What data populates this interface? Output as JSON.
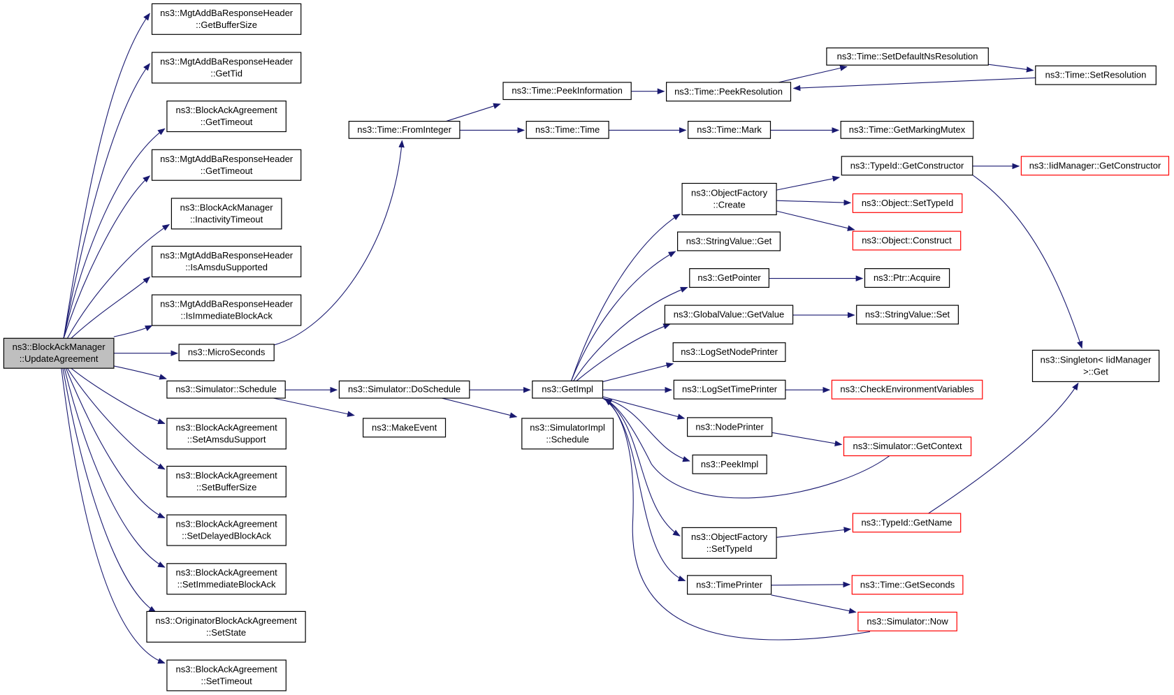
{
  "colors": {
    "edge": "#191970",
    "node_border": "#000000",
    "node_border_truncated": "#ff0000",
    "root_fill": "#bfbfbf",
    "node_fill": "#ffffff"
  },
  "nodes": {
    "root": {
      "lines": [
        "ns3::BlockAckManager",
        "::UpdateAgreement"
      ],
      "kind": "root"
    },
    "mgt_bufsize": {
      "lines": [
        "ns3::MgtAddBaResponseHeader",
        "::GetBufferSize"
      ],
      "kind": "normal"
    },
    "mgt_tid": {
      "lines": [
        "ns3::MgtAddBaResponseHeader",
        "::GetTid"
      ],
      "kind": "normal"
    },
    "baa_timeout": {
      "lines": [
        "ns3::BlockAckAgreement",
        "::GetTimeout"
      ],
      "kind": "normal"
    },
    "mgt_timeout": {
      "lines": [
        "ns3::MgtAddBaResponseHeader",
        "::GetTimeout"
      ],
      "kind": "normal"
    },
    "bam_inact": {
      "lines": [
        "ns3::BlockAckManager",
        "::InactivityTimeout"
      ],
      "kind": "normal"
    },
    "mgt_amsdu": {
      "lines": [
        "ns3::MgtAddBaResponseHeader",
        "::IsAmsduSupported"
      ],
      "kind": "normal"
    },
    "mgt_immba": {
      "lines": [
        "ns3::MgtAddBaResponseHeader",
        "::IsImmediateBlockAck"
      ],
      "kind": "normal"
    },
    "micro": {
      "lines": [
        "ns3::MicroSeconds"
      ],
      "kind": "normal"
    },
    "sim_sched": {
      "lines": [
        "ns3::Simulator::Schedule"
      ],
      "kind": "normal"
    },
    "baa_setamsdu": {
      "lines": [
        "ns3::BlockAckAgreement",
        "::SetAmsduSupport"
      ],
      "kind": "normal"
    },
    "baa_setbuf": {
      "lines": [
        "ns3::BlockAckAgreement",
        "::SetBufferSize"
      ],
      "kind": "normal"
    },
    "baa_setdelayed": {
      "lines": [
        "ns3::BlockAckAgreement",
        "::SetDelayedBlockAck"
      ],
      "kind": "normal"
    },
    "baa_setimm": {
      "lines": [
        "ns3::BlockAckAgreement",
        "::SetImmediateBlockAck"
      ],
      "kind": "normal"
    },
    "oba_setstate": {
      "lines": [
        "ns3::OriginatorBlockAckAgreement",
        "::SetState"
      ],
      "kind": "normal"
    },
    "baa_settimeout": {
      "lines": [
        "ns3::BlockAckAgreement",
        "::SetTimeout"
      ],
      "kind": "normal"
    },
    "time_fromint": {
      "lines": [
        "ns3::Time::FromInteger"
      ],
      "kind": "normal"
    },
    "time_peekinfo": {
      "lines": [
        "ns3::Time::PeekInformation"
      ],
      "kind": "normal"
    },
    "time_time": {
      "lines": [
        "ns3::Time::Time"
      ],
      "kind": "normal"
    },
    "time_peekres": {
      "lines": [
        "ns3::Time::PeekResolution"
      ],
      "kind": "normal"
    },
    "time_setdef": {
      "lines": [
        "ns3::Time::SetDefaultNsResolution"
      ],
      "kind": "normal"
    },
    "time_setres": {
      "lines": [
        "ns3::Time::SetResolution"
      ],
      "kind": "normal"
    },
    "time_mark": {
      "lines": [
        "ns3::Time::Mark"
      ],
      "kind": "normal"
    },
    "time_mutex": {
      "lines": [
        "ns3::Time::GetMarkingMutex"
      ],
      "kind": "normal"
    },
    "sim_dosched": {
      "lines": [
        "ns3::Simulator::DoSchedule"
      ],
      "kind": "normal"
    },
    "make_event": {
      "lines": [
        "ns3::MakeEvent"
      ],
      "kind": "normal"
    },
    "getimpl": {
      "lines": [
        "ns3::GetImpl"
      ],
      "kind": "normal"
    },
    "simimpl_sched": {
      "lines": [
        "ns3::SimulatorImpl",
        "::Schedule"
      ],
      "kind": "normal"
    },
    "of_create": {
      "lines": [
        "ns3::ObjectFactory",
        "::Create"
      ],
      "kind": "normal"
    },
    "sv_get": {
      "lines": [
        "ns3::StringValue::Get"
      ],
      "kind": "normal"
    },
    "getpointer": {
      "lines": [
        "ns3::GetPointer"
      ],
      "kind": "normal"
    },
    "gv_getvalue": {
      "lines": [
        "ns3::GlobalValue::GetValue"
      ],
      "kind": "normal"
    },
    "log_node": {
      "lines": [
        "ns3::LogSetNodePrinter"
      ],
      "kind": "normal"
    },
    "log_time": {
      "lines": [
        "ns3::LogSetTimePrinter"
      ],
      "kind": "normal"
    },
    "nodeprinter": {
      "lines": [
        "ns3::NodePrinter"
      ],
      "kind": "normal"
    },
    "peekimpl": {
      "lines": [
        "ns3::PeekImpl"
      ],
      "kind": "normal"
    },
    "of_settypeid": {
      "lines": [
        "ns3::ObjectFactory",
        "::SetTypeId"
      ],
      "kind": "normal"
    },
    "timeprinter": {
      "lines": [
        "ns3::TimePrinter"
      ],
      "kind": "normal"
    },
    "typeid_getctor": {
      "lines": [
        "ns3::TypeId::GetConstructor"
      ],
      "kind": "normal"
    },
    "iid_getctor": {
      "lines": [
        "ns3::IidManager::GetConstructor"
      ],
      "kind": "truncated"
    },
    "obj_settypeid": {
      "lines": [
        "ns3::Object::SetTypeId"
      ],
      "kind": "truncated"
    },
    "obj_construct": {
      "lines": [
        "ns3::Object::Construct"
      ],
      "kind": "truncated"
    },
    "ptr_acquire": {
      "lines": [
        "ns3::Ptr::Acquire"
      ],
      "kind": "normal"
    },
    "sv_set": {
      "lines": [
        "ns3::StringValue::Set"
      ],
      "kind": "normal"
    },
    "check_env": {
      "lines": [
        "ns3::CheckEnvironmentVariables"
      ],
      "kind": "truncated"
    },
    "sim_getctx": {
      "lines": [
        "ns3::Simulator::GetContext"
      ],
      "kind": "truncated"
    },
    "typeid_getname": {
      "lines": [
        "ns3::TypeId::GetName"
      ],
      "kind": "truncated"
    },
    "time_getsec": {
      "lines": [
        "ns3::Time::GetSeconds"
      ],
      "kind": "truncated"
    },
    "sim_now": {
      "lines": [
        "ns3::Simulator::Now"
      ],
      "kind": "truncated"
    },
    "singleton_get": {
      "lines": [
        "ns3::Singleton< IidManager",
        ">::Get"
      ],
      "kind": "normal"
    }
  },
  "edges": [
    [
      "root",
      "mgt_bufsize"
    ],
    [
      "root",
      "mgt_tid"
    ],
    [
      "root",
      "baa_timeout"
    ],
    [
      "root",
      "mgt_timeout"
    ],
    [
      "root",
      "bam_inact"
    ],
    [
      "root",
      "mgt_amsdu"
    ],
    [
      "root",
      "mgt_immba"
    ],
    [
      "root",
      "micro"
    ],
    [
      "root",
      "sim_sched"
    ],
    [
      "root",
      "baa_setamsdu"
    ],
    [
      "root",
      "baa_setbuf"
    ],
    [
      "root",
      "baa_setdelayed"
    ],
    [
      "root",
      "baa_setimm"
    ],
    [
      "root",
      "oba_setstate"
    ],
    [
      "root",
      "baa_settimeout"
    ],
    [
      "micro",
      "time_fromint"
    ],
    [
      "time_fromint",
      "time_peekinfo"
    ],
    [
      "time_fromint",
      "time_time"
    ],
    [
      "time_peekinfo",
      "time_peekres"
    ],
    [
      "time_peekres",
      "time_setdef"
    ],
    [
      "time_setdef",
      "time_setres"
    ],
    [
      "time_setres",
      "time_peekres"
    ],
    [
      "time_time",
      "time_mark"
    ],
    [
      "time_mark",
      "time_mutex"
    ],
    [
      "sim_sched",
      "sim_dosched"
    ],
    [
      "sim_sched",
      "make_event"
    ],
    [
      "sim_dosched",
      "getimpl"
    ],
    [
      "sim_dosched",
      "simimpl_sched"
    ],
    [
      "getimpl",
      "of_create"
    ],
    [
      "getimpl",
      "sv_get"
    ],
    [
      "getimpl",
      "getpointer"
    ],
    [
      "getimpl",
      "gv_getvalue"
    ],
    [
      "getimpl",
      "log_node"
    ],
    [
      "getimpl",
      "log_time"
    ],
    [
      "getimpl",
      "nodeprinter"
    ],
    [
      "getimpl",
      "peekimpl"
    ],
    [
      "getimpl",
      "of_settypeid"
    ],
    [
      "getimpl",
      "timeprinter"
    ],
    [
      "of_create",
      "typeid_getctor"
    ],
    [
      "of_create",
      "obj_settypeid"
    ],
    [
      "of_create",
      "obj_construct"
    ],
    [
      "typeid_getctor",
      "iid_getctor"
    ],
    [
      "typeid_getctor",
      "singleton_get"
    ],
    [
      "getpointer",
      "ptr_acquire"
    ],
    [
      "gv_getvalue",
      "sv_set"
    ],
    [
      "log_time",
      "check_env"
    ],
    [
      "nodeprinter",
      "sim_getctx"
    ],
    [
      "sim_getctx",
      "getimpl"
    ],
    [
      "of_settypeid",
      "typeid_getname"
    ],
    [
      "typeid_getname",
      "singleton_get"
    ],
    [
      "timeprinter",
      "time_getsec"
    ],
    [
      "timeprinter",
      "sim_now"
    ],
    [
      "sim_now",
      "getimpl"
    ]
  ]
}
